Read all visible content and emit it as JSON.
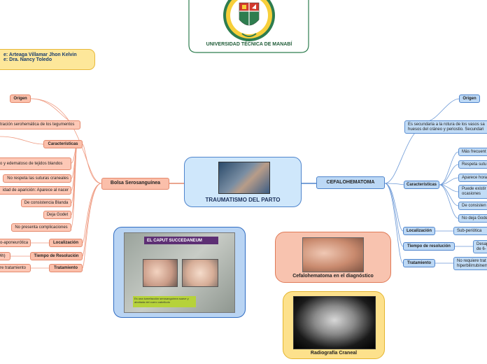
{
  "header": {
    "university": "UNIVERSIDAD TÉCNICA DE MANABÍ",
    "authors": [
      "e: Arteaga Villamar Jhon Kelvin",
      "e: Dra. Nancy Toledo"
    ]
  },
  "center": {
    "title": "TRAUMATISMO DEL PARTO"
  },
  "left_branch": {
    "title": "Bolsa Serosanguínea",
    "origen": {
      "label": "Origen",
      "text": "tración serohemática de los tegumentos"
    },
    "caracteristicas": {
      "label": "Características",
      "items": [
        "o y edematoso de tejidos blandos",
        "No respeta las suturas craneales",
        "idad de aparición: Aparece al nacer",
        "De consistencia Blanda",
        "Deja Godet",
        "No presenta complicaciones"
      ]
    },
    "localizacion": {
      "label": "Localización",
      "text": "o-aponeurótica"
    },
    "tiempo": {
      "label": "Tiempo de Resolución",
      "text": "4h)"
    },
    "tratamiento": {
      "label": "Tratamiento",
      "text": "re tratamiento"
    }
  },
  "right_branch": {
    "title": "CEFALOHEMATOMA",
    "origen": {
      "label": "Origen",
      "text": "Es secundaria a la rotura de los vasos sa huesos del cráneo y periostio. Secundari"
    },
    "caracteristicas": {
      "label": "Características",
      "items": [
        "Más frecuent",
        "Respeta sutu",
        "Aparece hora",
        "Puede existir ocasiones",
        "De consisten",
        "No deja Gode"
      ]
    },
    "localizacion": {
      "label": "Localización",
      "text": "Sub-periótica"
    },
    "tiempo": {
      "label": "Tiempo de resolución",
      "text": "Desap de 6-"
    },
    "tratamiento": {
      "label": "Tratamiento",
      "text": "No requiere trat hiperbilirrubinem"
    }
  },
  "panels": {
    "caput": {
      "banner": "EL CAPUT SUCCEDANEUM",
      "caption": "Es una tumefacción serosanguínea suave y abollada del cuero cabelludo"
    },
    "cefalo": {
      "title": "Cefalohematoma en el diagnóstico"
    },
    "radiografia": {
      "title": "Radiografía Craneal"
    }
  },
  "colors": {
    "salmon": "#fbbfaa",
    "blue": "#bcd8f5",
    "green": "#2e7d4f",
    "gold": "#f7cf3a"
  }
}
